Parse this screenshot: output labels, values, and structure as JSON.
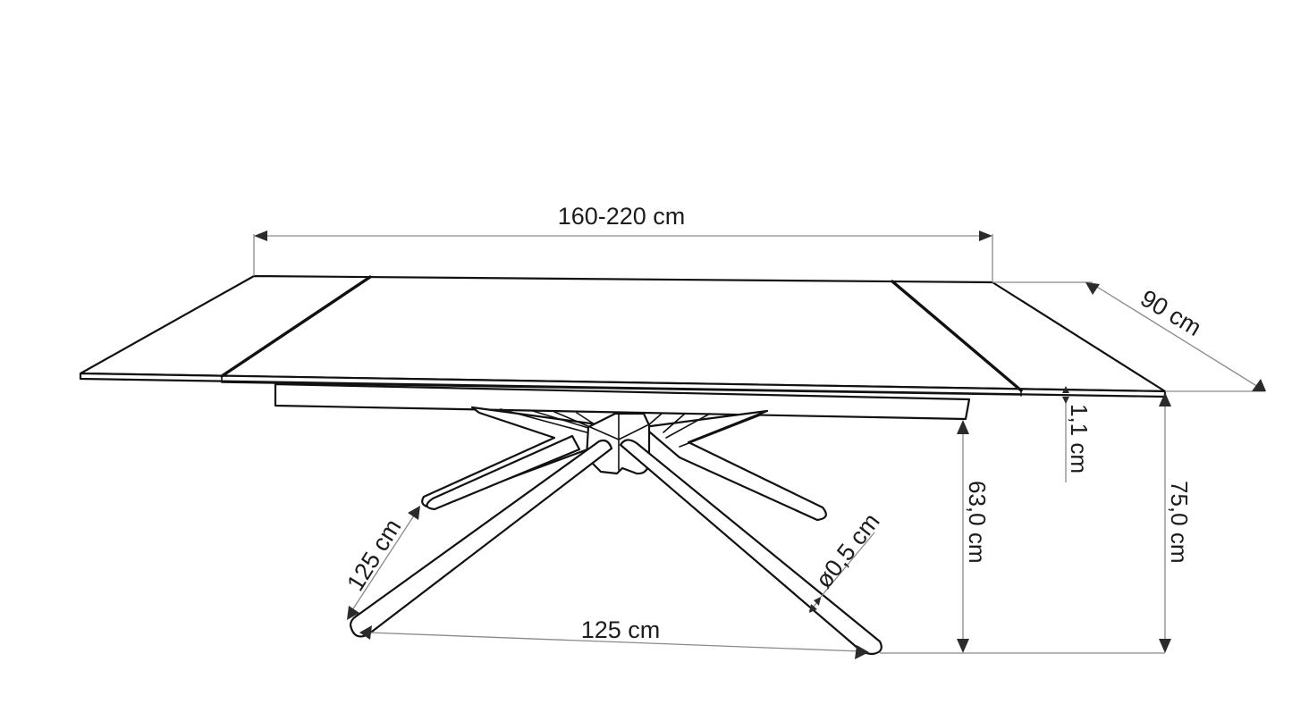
{
  "diagram": {
    "subject": "extending dining table",
    "background_color": "#ffffff",
    "line_color": "#111111",
    "dimension_line_color": "#8a8a8a",
    "dimensions": {
      "length": {
        "label": "160-220 cm",
        "axis": "horizontal, tabletop length (closed-extended)"
      },
      "depth": {
        "label": "90 cm",
        "axis": "diagonal, tabletop depth"
      },
      "top_thickness": {
        "label": "1,1 cm",
        "axis": "vertical, tabletop thickness"
      },
      "total_height": {
        "label": "75,0 cm",
        "axis": "vertical, floor to top"
      },
      "clearance_height": {
        "label": "63,0 cm",
        "axis": "vertical, floor to apron"
      },
      "leg_span_side": {
        "label": "125 cm",
        "axis": "diagonal, left leg span"
      },
      "leg_span_front": {
        "label": "125 cm",
        "axis": "horizontal, front leg span"
      },
      "leg_diameter": {
        "label": "ø0,5 cm",
        "axis": "leg tube diameter"
      }
    },
    "parts": [
      "tabletop-center",
      "extension-leaf-left",
      "extension-leaf-right",
      "apron",
      "central-hub",
      "crossed-legs"
    ]
  }
}
